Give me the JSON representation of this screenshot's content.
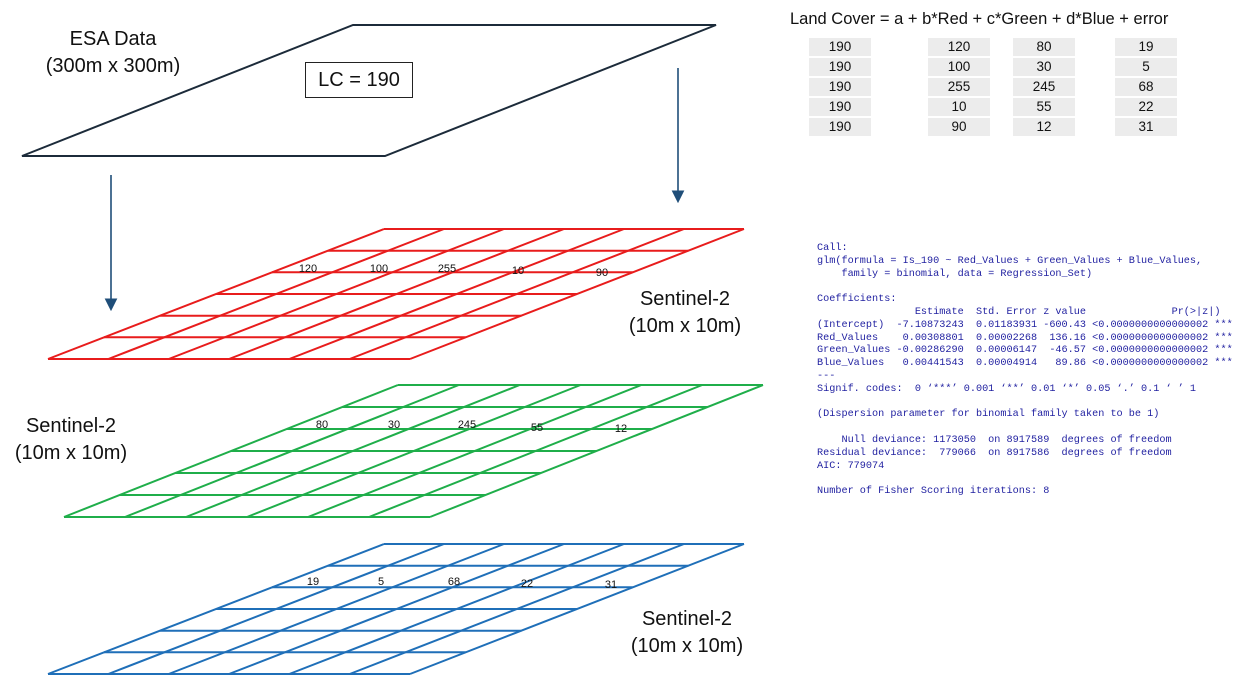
{
  "esa": {
    "title_line1": "ESA Data",
    "title_line2": "(300m x 300m)",
    "lc_label": "LC = 190"
  },
  "layers": [
    {
      "name_line1": "Sentinel-2",
      "name_line2": "(10m x 10m)",
      "color": "#e81c1c",
      "values": [
        "120",
        "100",
        "255",
        "10",
        "90"
      ]
    },
    {
      "name_line1": "Sentinel-2",
      "name_line2": "(10m x 10m)",
      "color": "#1fae4a",
      "values": [
        "80",
        "30",
        "245",
        "55",
        "12"
      ]
    },
    {
      "name_line1": "Sentinel-2",
      "name_line2": "(10m x 10m)",
      "color": "#1f6fb8",
      "values": [
        "19",
        "5",
        "68",
        "22",
        "31"
      ]
    }
  ],
  "equation": {
    "text": "Land Cover = a + b*Red   +  c*Green   +   d*Blue + error",
    "columns": [
      [
        "190",
        "190",
        "190",
        "190",
        "190"
      ],
      [
        "120",
        "100",
        "255",
        "10",
        "90"
      ],
      [
        "80",
        "30",
        "245",
        "55",
        "12"
      ],
      [
        "19",
        "5",
        "68",
        "22",
        "31"
      ]
    ]
  },
  "console": {
    "color": "#1f1fa0",
    "lines": [
      "Call:",
      "glm(formula = Is_190 ~ Red_Values + Green_Values + Blue_Values,",
      "    family = binomial, data = Regression_Set)",
      "",
      "Coefficients:",
      "                Estimate  Std. Error z value              Pr(>|z|)",
      "(Intercept)  -7.10873243  0.01183931 -600.43 <0.0000000000000002 ***",
      "Red_Values    0.00308801  0.00002268  136.16 <0.0000000000000002 ***",
      "Green_Values -0.00286290  0.00006147  -46.57 <0.0000000000000002 ***",
      "Blue_Values   0.00441543  0.00004914   89.86 <0.0000000000000002 ***",
      "---",
      "Signif. codes:  0 ‘***’ 0.001 ‘**’ 0.01 ‘*’ 0.05 ‘.’ 0.1 ‘ ’ 1",
      "",
      "(Dispersion parameter for binomial family taken to be 1)",
      "",
      "    Null deviance: 1173050  on 8917589  degrees of freedom",
      "Residual deviance:  779066  on 8917586  degrees of freedom",
      "AIC: 779074",
      "",
      "Number of Fisher Scoring iterations: 8"
    ]
  }
}
